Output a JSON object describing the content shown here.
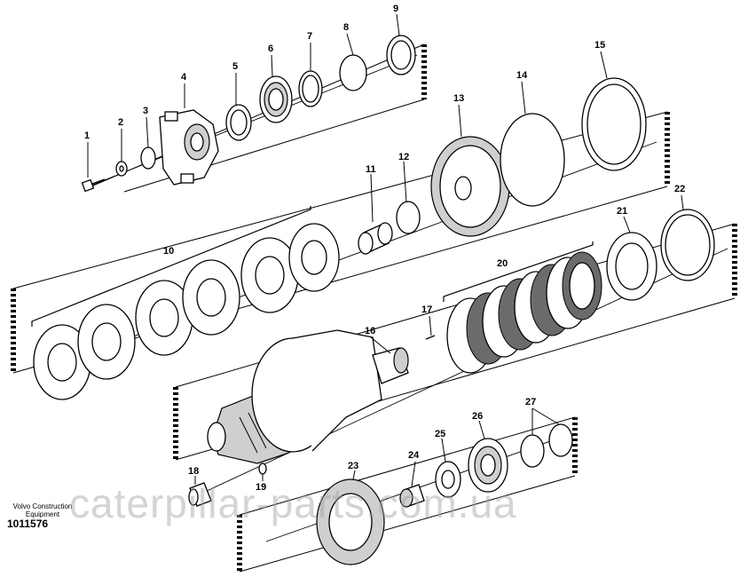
{
  "labels": [
    "1",
    "2",
    "3",
    "4",
    "5",
    "6",
    "7",
    "8",
    "9",
    "10",
    "11",
    "12",
    "13",
    "14",
    "15",
    "16",
    "17",
    "18",
    "19",
    "20",
    "21",
    "22",
    "23",
    "24",
    "25",
    "26",
    "27"
  ],
  "caption": {
    "line1": "Volvo Construction",
    "line2": "Equipment",
    "number": "1011576"
  },
  "watermark": "caterpillar-parts.com.ua"
}
